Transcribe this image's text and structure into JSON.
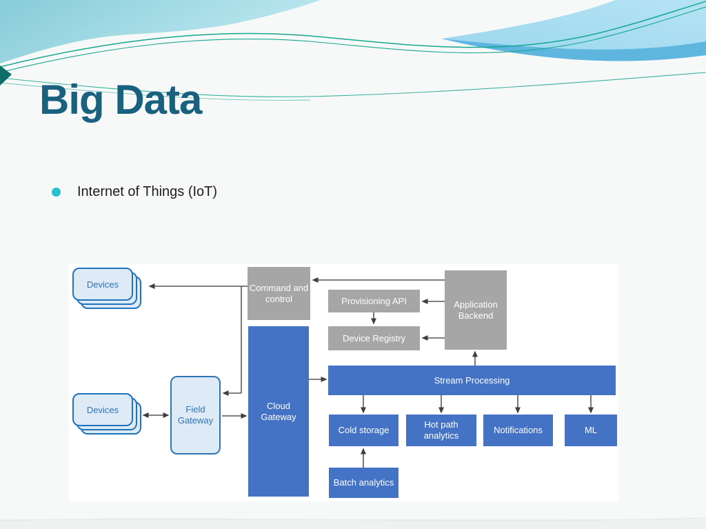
{
  "slide": {
    "title": "Big Data",
    "bullet": "Internet of Things (IoT)"
  },
  "diagram": {
    "nodes": {
      "devices_top": "Devices",
      "devices_bottom": "Devices",
      "command_control": "Command and control",
      "field_gateway": "Field Gateway",
      "cloud_gateway": "Cloud Gateway",
      "provisioning_api": "Provisioning API",
      "device_registry": "Device Registry",
      "application_backend": "Application Backend",
      "stream_processing": "Stream Processing",
      "cold_storage": "Cold storage",
      "hot_path_analytics": "Hot path analytics",
      "notifications": "Notifications",
      "ml": "ML",
      "batch_analytics": "Batch analytics"
    }
  },
  "colors": {
    "title_teal": "#19617E",
    "bullet_teal": "#26C2CD",
    "node_blue": "#4472C4",
    "node_gray": "#A6A6A6",
    "node_light_fill": "#DEEAF6",
    "node_light_border": "#2E75B6",
    "arrow_gray": "#565656",
    "wave_teal_line": "#14A78D"
  }
}
